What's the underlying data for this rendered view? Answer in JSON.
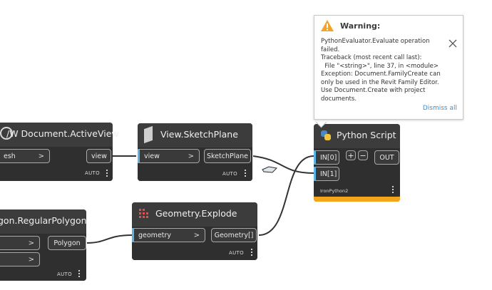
{
  "nodes": {
    "active_view": {
      "title": "/W Document.ActiveView",
      "input_label": "esh",
      "output_label": "view",
      "lacing": "AUTO"
    },
    "sketch_plane": {
      "title": "View.SketchPlane",
      "input_label": "view",
      "output_label": "SketchPlane",
      "lacing": "AUTO"
    },
    "python_script": {
      "title": "Python Script",
      "input_0": "IN[0]",
      "input_1": "IN[1]",
      "output_label": "OUT",
      "add_label": "+",
      "remove_label": "−",
      "engine": "IronPython2",
      "status_color": "#f4a51c"
    },
    "regular_polygon": {
      "title": "gon.RegularPolygon",
      "output_label": "Polygon",
      "lacing": "AUTO"
    },
    "explode": {
      "title": "Geometry.Explode",
      "input_label": "geometry",
      "output_label": "Geometry[]",
      "lacing": "AUTO"
    }
  },
  "warning": {
    "title": "Warning:",
    "message": "PythonEvaluator.Evaluate operation failed.\nTraceback (most recent call last):\n  File \"<string>\", line 37, in <module>\nException: Document.FamilyCreate can only be used in the Revit Family Editor.\nUse Document.Create with project documents.",
    "dismiss_label": "Dismiss all"
  },
  "colors": {
    "node_header": "#3c3c3c",
    "node_body": "#2f2f2f",
    "port_accent": "#5ab4e5",
    "warning_icon": "#f2a32a",
    "link": "#3c8fd0"
  },
  "icons": [
    "document-icon",
    "sketchplane-icon",
    "python-icon",
    "explode-icon",
    "warning-icon",
    "close-icon",
    "more-icon"
  ]
}
